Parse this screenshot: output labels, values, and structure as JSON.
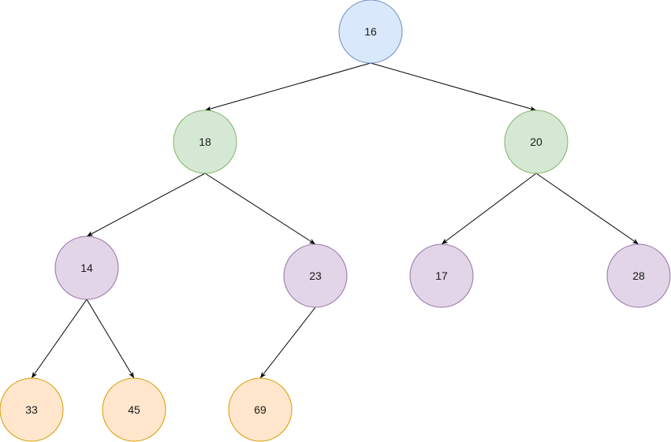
{
  "colors": {
    "root": {
      "fill": "#dae8fc",
      "stroke": "#6c8ebf"
    },
    "level1": {
      "fill": "#d5e8d4",
      "stroke": "#82b366"
    },
    "level2": {
      "fill": "#e1d5e7",
      "stroke": "#9673a6"
    },
    "level3": {
      "fill": "#ffe6cc",
      "stroke": "#d79b00"
    },
    "edge": "#000000"
  },
  "nodes": [
    {
      "id": "n16",
      "label": "16",
      "level": "root"
    },
    {
      "id": "n18",
      "label": "18",
      "level": "level1"
    },
    {
      "id": "n20",
      "label": "20",
      "level": "level1"
    },
    {
      "id": "n14",
      "label": "14",
      "level": "level2"
    },
    {
      "id": "n23",
      "label": "23",
      "level": "level2"
    },
    {
      "id": "n17",
      "label": "17",
      "level": "level2"
    },
    {
      "id": "n28",
      "label": "28",
      "level": "level2"
    },
    {
      "id": "n33",
      "label": "33",
      "level": "level3"
    },
    {
      "id": "n45",
      "label": "45",
      "level": "level3"
    },
    {
      "id": "n69",
      "label": "69",
      "level": "level3"
    }
  ],
  "edges": [
    {
      "from": "n16",
      "to": "n18"
    },
    {
      "from": "n16",
      "to": "n20"
    },
    {
      "from": "n18",
      "to": "n14"
    },
    {
      "from": "n18",
      "to": "n23"
    },
    {
      "from": "n20",
      "to": "n17"
    },
    {
      "from": "n20",
      "to": "n28"
    },
    {
      "from": "n14",
      "to": "n33"
    },
    {
      "from": "n14",
      "to": "n45"
    },
    {
      "from": "n23",
      "to": "n69"
    }
  ]
}
